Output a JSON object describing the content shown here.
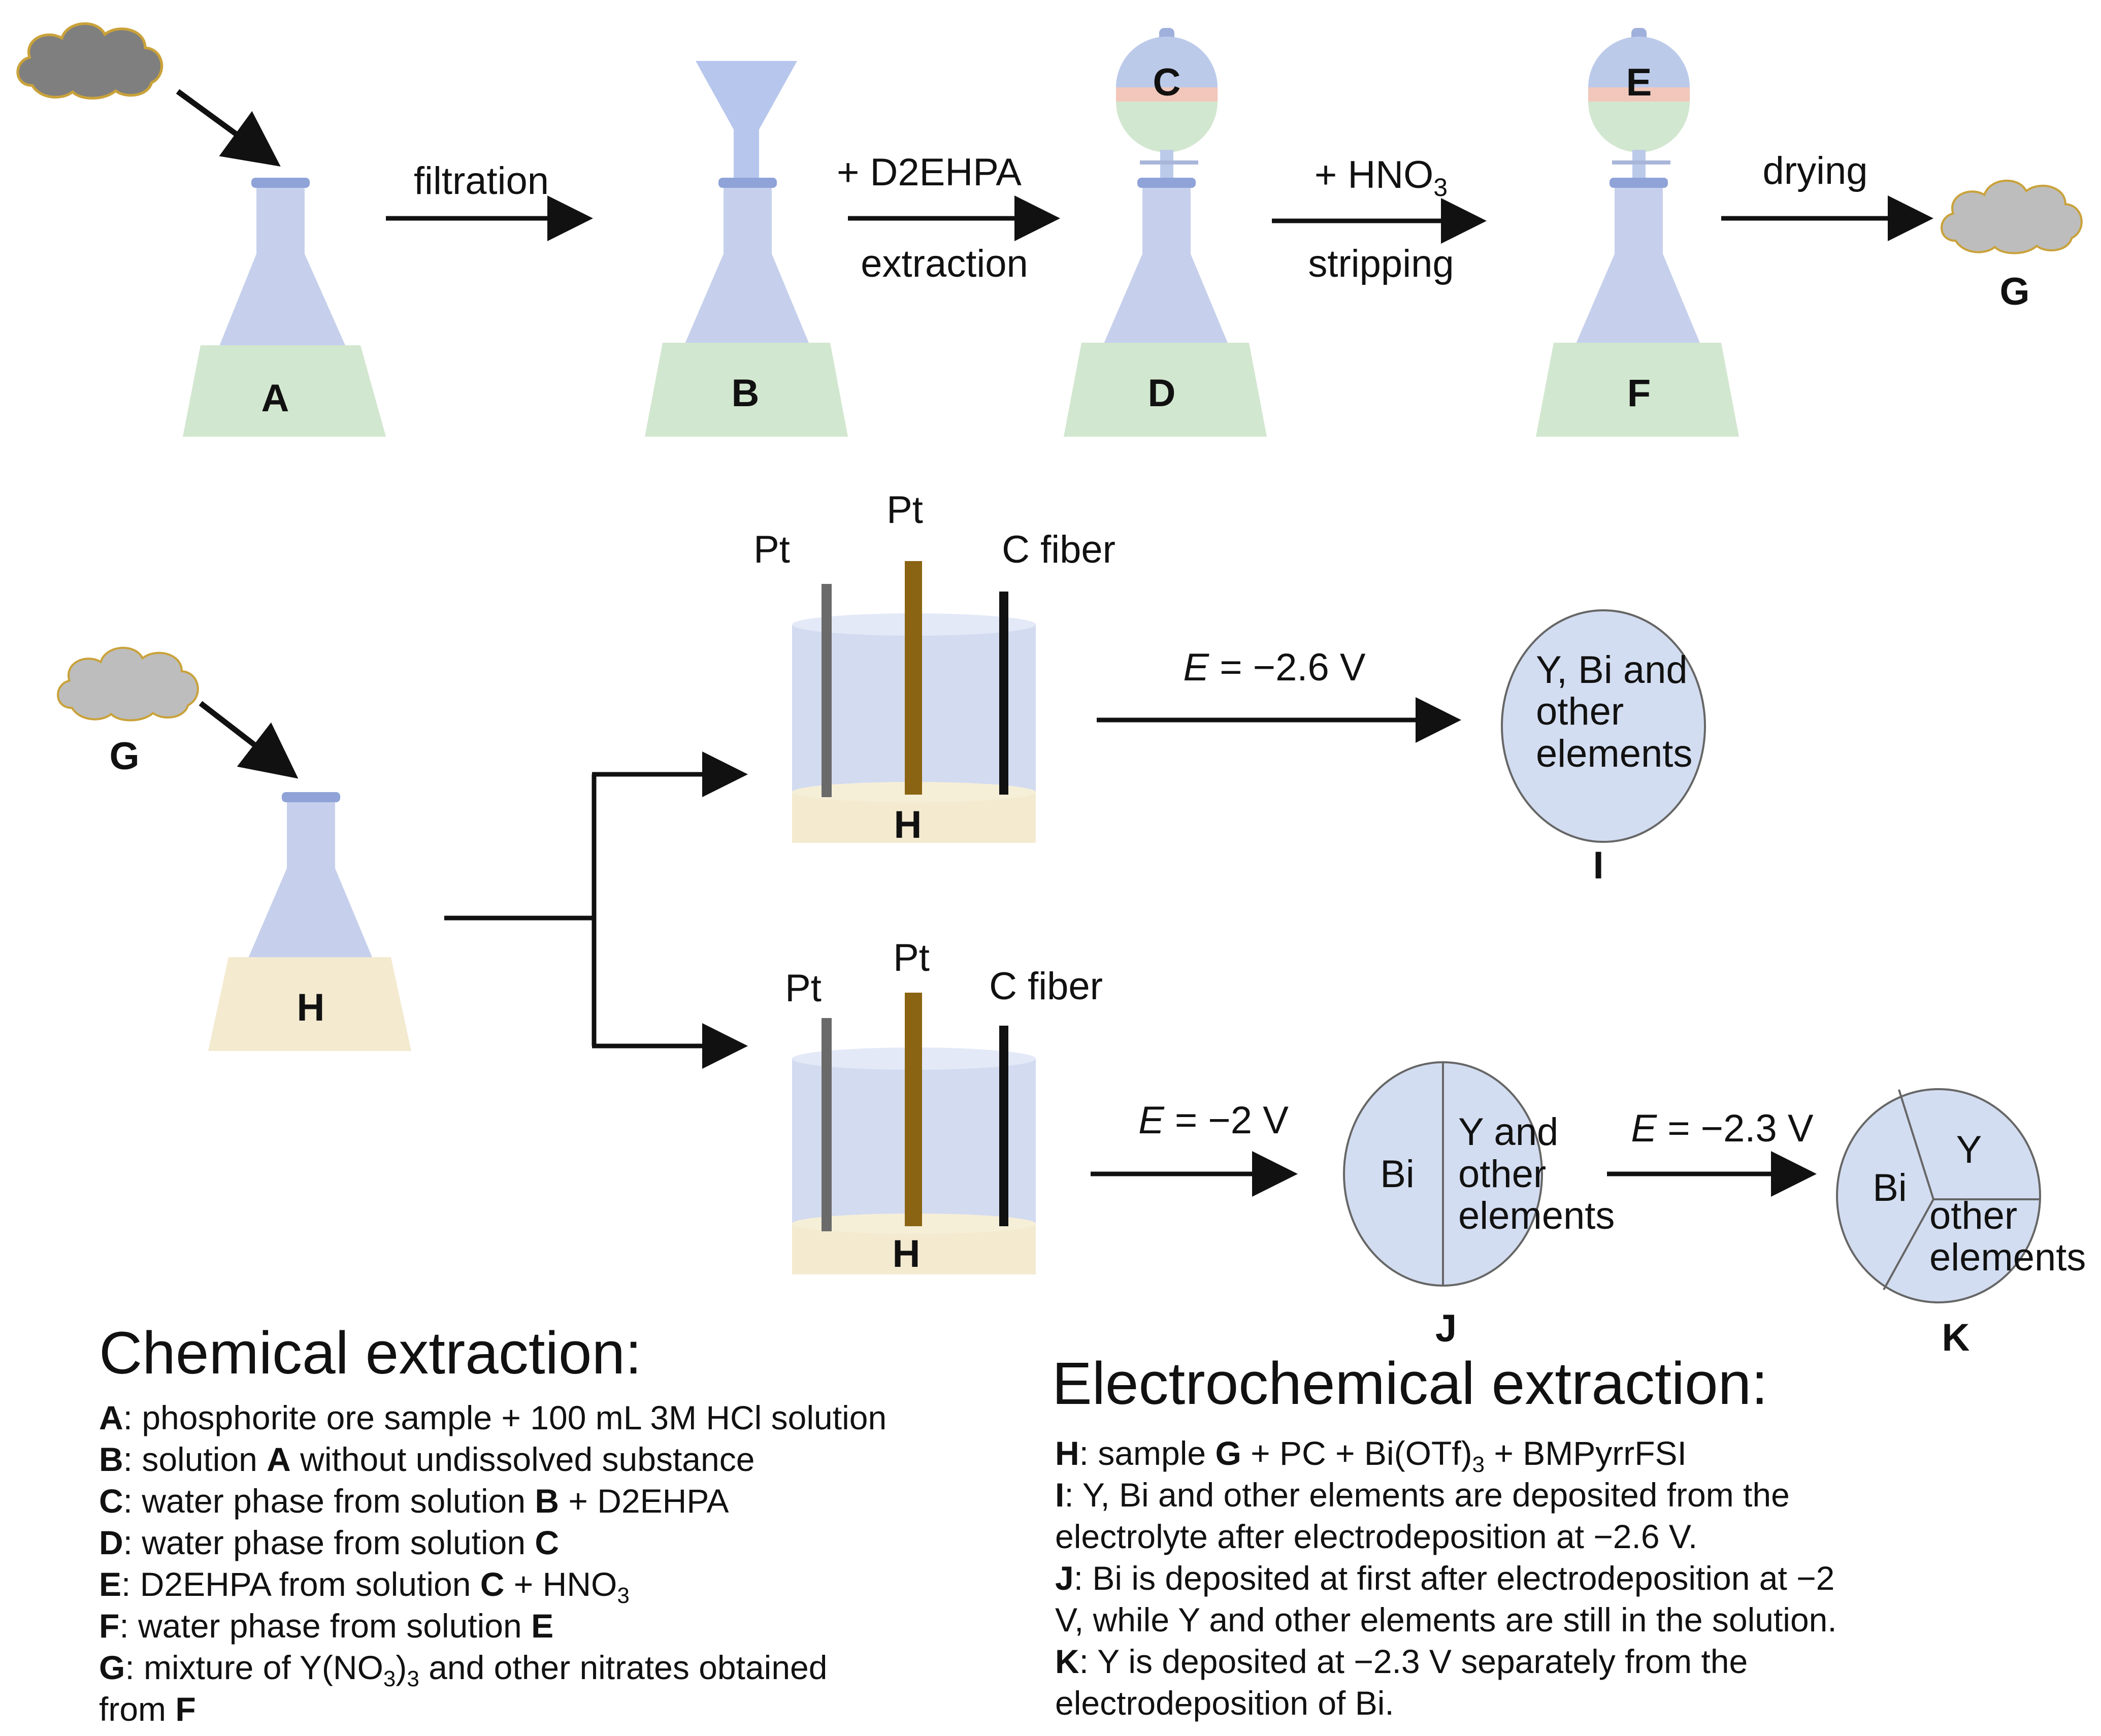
{
  "colors": {
    "flask_glass": "#c6d0ec",
    "green_solution": "#d2e7cf",
    "yellow_solution": "#f3ead0",
    "organic_phase": "#bccaea",
    "interface_phase": "#f2c7bb",
    "cloud": "#8b8b8b",
    "cloud_border": "#c9a23a",
    "funnel": "#b7c6ec",
    "deposit_disc": "#d3ddf1",
    "pt_electrode": "#6a6a6a",
    "pt_center_electrode": "#8a6412",
    "c_fiber": "#111111",
    "arrow": "#111111"
  },
  "icons": [
    "ore-cloud-icon",
    "erlenmeyer-flask-icon",
    "funnel-icon",
    "separatory-funnel-icon",
    "electrochemical-cell-icon",
    "deposit-disc-icon"
  ],
  "top_row": {
    "flask_labels": [
      "A",
      "B",
      "D",
      "F"
    ],
    "sep_funnel_labels": [
      "C",
      "E"
    ],
    "product_label": "G",
    "steps": [
      {
        "above": "filtration",
        "below": ""
      },
      {
        "above": "+ D2EHPA",
        "below": "extraction"
      },
      {
        "above": "+ HNO",
        "sub": "3",
        "below": "stripping"
      },
      {
        "above": "drying",
        "below": ""
      }
    ]
  },
  "lower": {
    "g_label": "G",
    "flask_label": "H",
    "cell_electrode_labels": {
      "left": "Pt",
      "center": "Pt",
      "right": "C fiber"
    },
    "cell_solution_label": "H",
    "potentials": {
      "top": {
        "e": "E",
        "rest": " = −2.6 V"
      },
      "bottom1": {
        "e": "E",
        "rest": " = −2 V"
      },
      "bottom2": {
        "e": "E",
        "rest": " = −2.3 V"
      }
    },
    "deposit_I": {
      "label": "I",
      "lines": [
        "Y, Bi and",
        "other",
        "elements"
      ]
    },
    "deposit_J": {
      "label": "J",
      "left": "Bi",
      "right_lines": [
        "Y and",
        "other",
        "elements"
      ]
    },
    "deposit_K": {
      "label": "K",
      "left": "Bi",
      "top_right": "Y",
      "bottom_right_lines": [
        "other",
        "elements"
      ]
    }
  },
  "chemical_legend": {
    "title": "Chemical extraction:",
    "items": [
      {
        "key": "A",
        "text": ": phosphorite ore sample + 100 mL 3M HCl solution"
      },
      {
        "key": "B",
        "text": ": solution ",
        "b2": "A",
        "t2": " without undissolved substance"
      },
      {
        "key": "C",
        "text": ": water phase from solution ",
        "b2": "B",
        "t2": " + D2EHPA"
      },
      {
        "key": "D",
        "text": ": water phase from solution ",
        "b2": "C",
        "t2": ""
      },
      {
        "key": "E",
        "text": ": D2EHPA from solution ",
        "b2": "C",
        "t2": " + HNO",
        "sub": "3"
      },
      {
        "key": "F",
        "text": ": water phase from solution ",
        "b2": "E",
        "t2": ""
      },
      {
        "key": "G",
        "text": ": mixture of Y(NO",
        "sub": "3",
        "t3": ")",
        "sub2": "3",
        "t4": " and other nitrates obtained"
      },
      {
        "key": "",
        "text": "from ",
        "b2": "F",
        "t2": ""
      }
    ]
  },
  "electro_legend": {
    "title": "Electrochemical extraction:",
    "items": [
      {
        "key": "H",
        "text": ": sample ",
        "b2": "G",
        "t2": " + PC + Bi(OTf)",
        "sub": "3",
        "t3": " + BMPyrrFSI"
      },
      {
        "key": "I",
        "text": ": Y, Bi and other elements are deposited from the"
      },
      {
        "key": "",
        "text": "electrolyte after electrodeposition at −2.6 V."
      },
      {
        "key": "J",
        "text": ": Bi is deposited at first after electrodeposition at −2"
      },
      {
        "key": "",
        "text": "V, while Y and other elements are still in the solution."
      },
      {
        "key": "K",
        "text": ": Y is deposited at −2.3 V separately from the"
      },
      {
        "key": "",
        "text": "electrodeposition of Bi."
      }
    ]
  }
}
